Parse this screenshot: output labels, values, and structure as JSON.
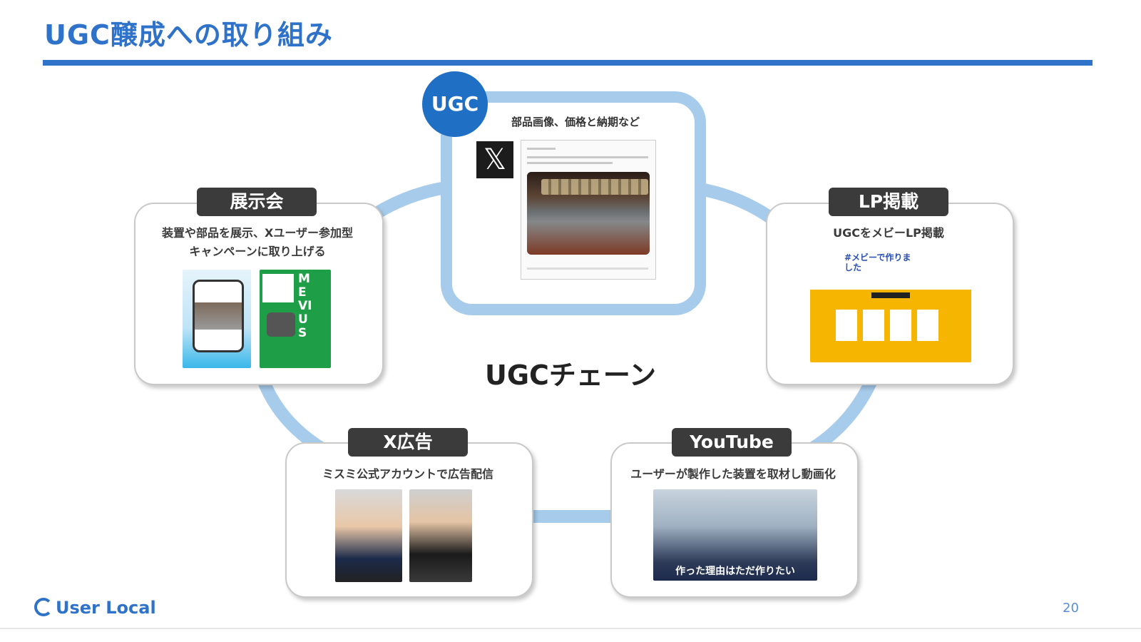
{
  "slide": {
    "title": "UGC醸成への取り組み",
    "page_number": "20"
  },
  "footer": {
    "logo_text": "User Local"
  },
  "center_label": "UGCチェーン",
  "ugc_node": {
    "badge": "UGC",
    "caption": "部品画像、価格と納期など",
    "x_logo_glyph": "𝕏"
  },
  "nodes": {
    "exhibition": {
      "title": "展示会",
      "desc_line1": "装置や部品を展示、Xユーザー参加型",
      "desc_line2": "キャンペーンに取り上げる",
      "poster_text": "MEVIUS"
    },
    "lp": {
      "title": "LP掲載",
      "desc": "UGCをメビーLP掲載",
      "banner_text": "#メビーで作りました"
    },
    "x_ad": {
      "title": "X広告",
      "desc": "ミスミ公式アカウントで広告配信"
    },
    "youtube": {
      "title": "YouTube",
      "desc": "ユーザーが製作した装置を取材し動画化",
      "video_caption": "作った理由はただ作りたい"
    }
  },
  "colors": {
    "accent": "#2f72c9",
    "ring": "#a6cbeb",
    "badge": "#1f6fc4",
    "pill": "#3b3b3b",
    "lp_yellow": "#f5b500"
  }
}
